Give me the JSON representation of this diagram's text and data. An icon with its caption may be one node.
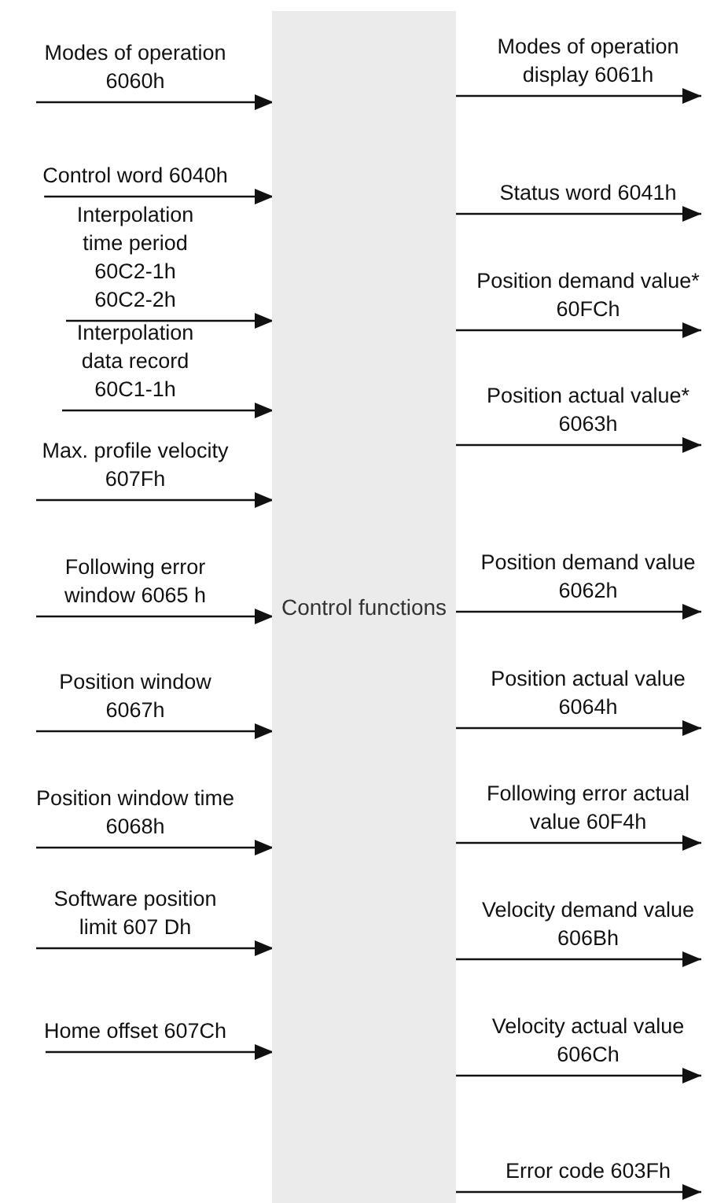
{
  "diagram": {
    "nodes": [
      {
        "text": [
          "Modes of operation 6060h"
        ]
      },
      {
        "text": [
          "Control word 6040h"
        ]
      },
      {
        "text": [
          "Interpolation time period 60C2-1h 60C2-2h"
        ]
      },
      {
        "text": [
          "Interpolation data record 60C1-1h"
        ]
      },
      {
        "text": [
          "Max. profile velocity 607Fh"
        ]
      },
      {
        "text": [
          "Following error window 6065 h"
        ]
      },
      {
        "text": [
          "Position window 6067h"
        ]
      },
      {
        "text": [
          "Position window time 6068h"
        ]
      },
      {
        "text": [
          "Software position limit 607 Dh"
        ]
      },
      {
        "text": [
          "Home offset 607Ch"
        ]
      },
      {
        "text": [
          "Control functions"
        ]
      },
      {
        "text": [
          "Modes of operation display 6061h"
        ]
      },
      {
        "text": [
          "Status word 6041h"
        ]
      },
      {
        "text": [
          "Position demand value* 60FCh"
        ]
      },
      {
        "text": [
          "Position actual value* 6063h"
        ]
      },
      {
        "text": [
          "Position demand value 6062h"
        ]
      },
      {
        "text": [
          "Position actual value 6064h"
        ]
      },
      {
        "text": [
          "Following error actual value 60F4h"
        ]
      },
      {
        "text": [
          "Velocity demand value 606Bh"
        ]
      },
      {
        "text": [
          "Velocity actual value 606Ch"
        ]
      },
      {
        "text": [
          "Error code 603Fh"
        ]
      }
    ],
    "edges": [
      {
        "from": 0,
        "to": 10,
        "arrow": "to"
      },
      {
        "from": 1,
        "to": 10,
        "arrow": "to"
      },
      {
        "from": 2,
        "to": 10,
        "arrow": "to"
      },
      {
        "from": 3,
        "to": 10,
        "arrow": "to"
      },
      {
        "from": 4,
        "to": 10,
        "arrow": "to"
      },
      {
        "from": 5,
        "to": 10,
        "arrow": "to"
      },
      {
        "from": 6,
        "to": 10,
        "arrow": "to"
      },
      {
        "from": 7,
        "to": 10,
        "arrow": "to"
      },
      {
        "from": 8,
        "to": 10,
        "arrow": "to"
      },
      {
        "from": 9,
        "to": 10,
        "arrow": "to"
      },
      {
        "from": 10,
        "to": 11,
        "arrow": "to"
      },
      {
        "from": 10,
        "to": 12,
        "arrow": "to"
      },
      {
        "from": 10,
        "to": 13,
        "arrow": "to"
      },
      {
        "from": 10,
        "to": 14,
        "arrow": "to"
      },
      {
        "from": 10,
        "to": 15,
        "arrow": "to"
      },
      {
        "from": 10,
        "to": 16,
        "arrow": "to"
      },
      {
        "from": 10,
        "to": 17,
        "arrow": "to"
      },
      {
        "from": 10,
        "to": 18,
        "arrow": "to"
      },
      {
        "from": 10,
        "to": 19,
        "arrow": "to"
      },
      {
        "from": 10,
        "to": 20,
        "arrow": "to"
      }
    ]
  }
}
